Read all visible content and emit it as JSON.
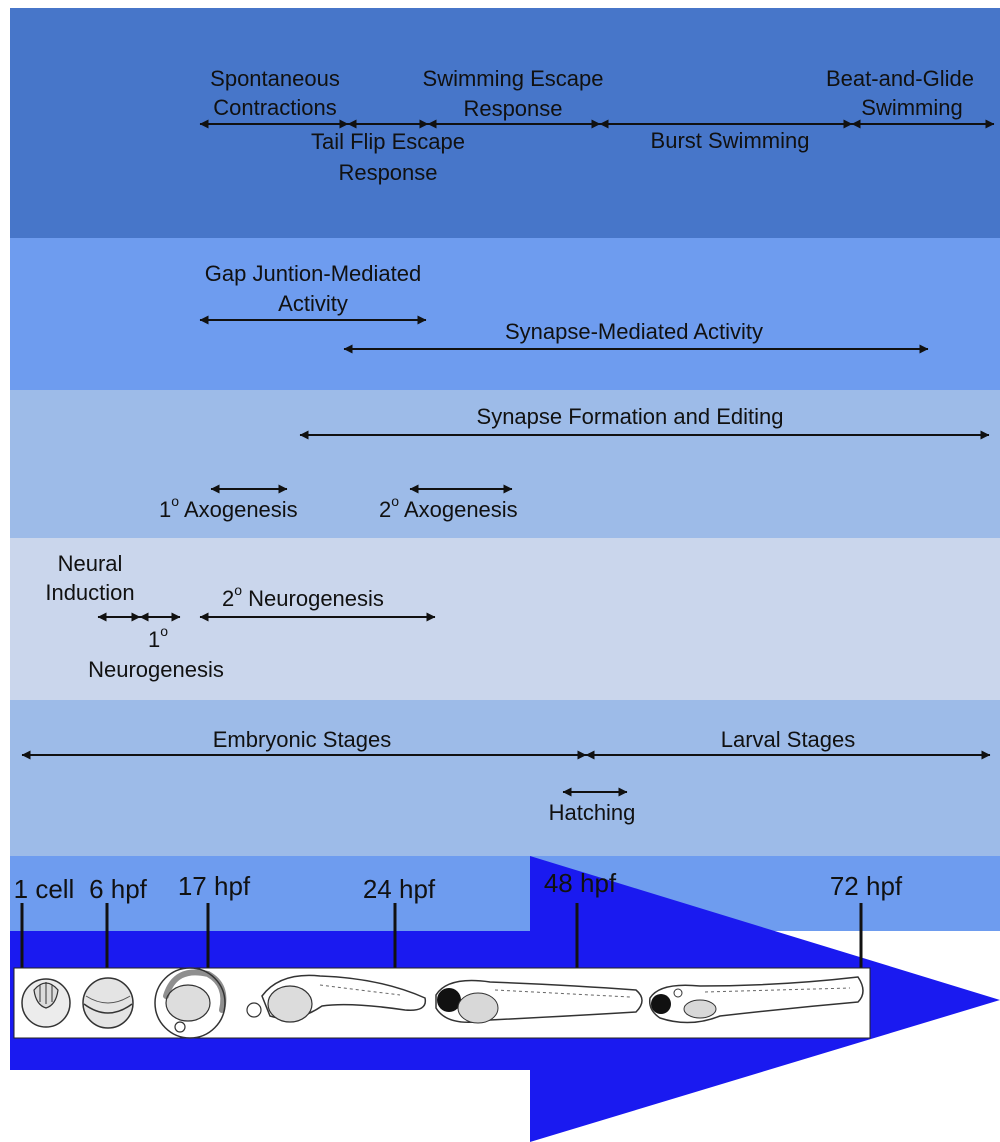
{
  "colors": {
    "band_behavior": "#4776c9",
    "band_activity": "#6e9cef",
    "band_synapse": "#9dbbe8",
    "band_neurogenesis": "#cad6ec",
    "band_stages": "#9dbbe8",
    "band_time": "#6e9cef",
    "big_arrow": "#1a1af0",
    "image_strip": "#ffffff"
  },
  "behavior": {
    "spontaneous_line1": "Spontaneous",
    "spontaneous_line2": "Contractions",
    "tailflip_line1": "Tail Flip Escape",
    "tailflip_line2": "Response",
    "swimming_line1": "Swimming Escape",
    "swimming_line2": "Response",
    "burst": "Burst Swimming",
    "beatglide_line1": "Beat-and-Glide",
    "beatglide_line2": "Swimming"
  },
  "activity": {
    "gap_line1": "Gap Juntion-Mediated",
    "gap_line2": "Activity",
    "synapse_mediated": "Synapse-Mediated Activity"
  },
  "synapse": {
    "formation": "Synapse Formation and Editing",
    "primary_num": "1",
    "primary_sup": "o",
    "primary_text": " Axogenesis",
    "secondary_num": "2",
    "secondary_sup": "o",
    "secondary_text": " Axogenesis"
  },
  "neuro": {
    "induction_line1": "Neural",
    "induction_line2": "Induction",
    "primary_num": "1",
    "primary_sup": "o",
    "primary_text": "Neurogenesis",
    "secondary_num": "2",
    "secondary_sup": "o",
    "secondary_text": " Neurogenesis"
  },
  "stages": {
    "embryonic": "Embryonic Stages",
    "larval": "Larval Stages",
    "hatching": "Hatching"
  },
  "timepoints": [
    "1 cell",
    "6 hpf",
    "17 hpf",
    "24 hpf",
    "48 hpf",
    "72 hpf"
  ]
}
